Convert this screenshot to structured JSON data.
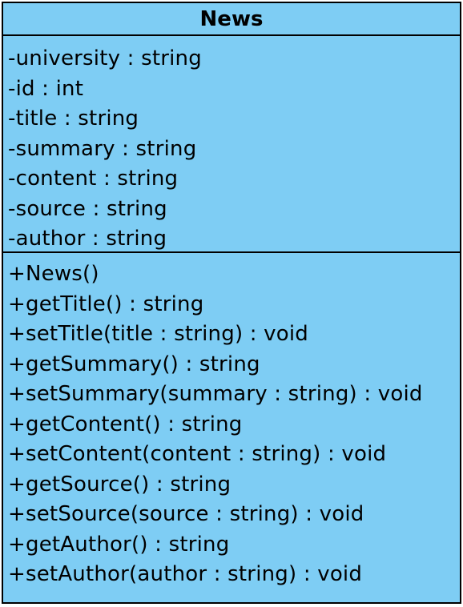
{
  "class": {
    "name": "News",
    "attributes": [
      "-university : string",
      "-id : int",
      "-title : string",
      "-summary : string",
      "-content : string",
      "-source : string",
      "-author : string"
    ],
    "methods": [
      "+News()",
      "+getTitle() : string",
      "+setTitle(title : string) : void",
      "+getSummary() : string",
      "+setSummary(summary : string) : void",
      "+getContent() : string",
      "+setContent(content : string) : void",
      "+getSource() : string",
      "+setSource(source : string) : void",
      "+getAuthor() : string",
      "+setAuthor(author : string) : void"
    ]
  },
  "colors": {
    "fill": "#7ecdf4",
    "border": "#000000",
    "text": "#000000"
  }
}
